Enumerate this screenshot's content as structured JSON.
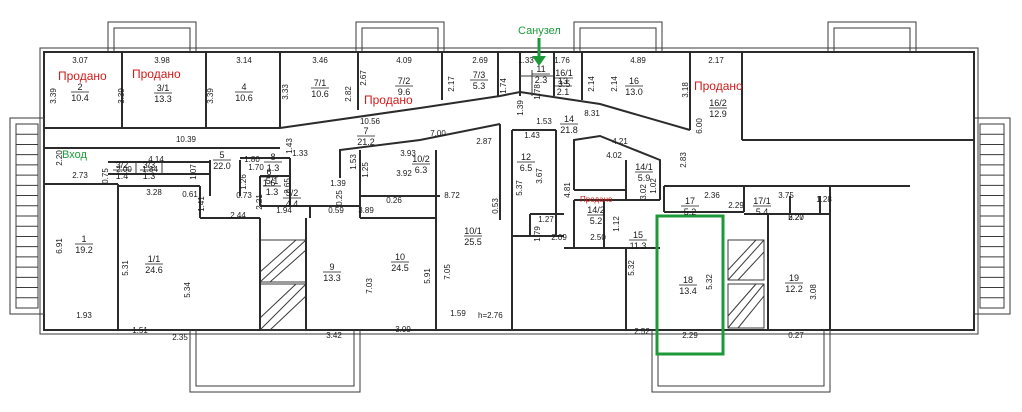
{
  "labels": {
    "entrance": "Вход",
    "bathroom": "Санузел",
    "sold": "Продано",
    "height": "h=2.76"
  },
  "colors": {
    "sold": "#d21a1a",
    "highlight": "#1c9a3a",
    "walls": "#2b2b2b"
  },
  "rooms": [
    {
      "id": "r-1",
      "num": "1",
      "area": "19.2"
    },
    {
      "id": "r-1-1",
      "num": "1/1",
      "area": "24.6"
    },
    {
      "id": "r-2",
      "num": "2",
      "area": "10.4"
    },
    {
      "id": "r-3-1",
      "num": "3/1",
      "area": "13.3"
    },
    {
      "id": "r-3-2",
      "num": "3/2",
      "area": "1.4"
    },
    {
      "id": "r-3-3",
      "num": "3/3",
      "area": "1.3"
    },
    {
      "id": "r-4",
      "num": "4",
      "area": "10.6"
    },
    {
      "id": "r-5",
      "num": "5",
      "area": "22.0"
    },
    {
      "id": "r-5-1",
      "num": "5/1",
      "area": "1.3"
    },
    {
      "id": "r-5-2",
      "num": "5/2",
      "area": "4.4"
    },
    {
      "id": "r-6",
      "num": "6",
      "area": "1.6"
    },
    {
      "id": "r-7",
      "num": "7",
      "area": "21.2"
    },
    {
      "id": "r-7-1",
      "num": "7/1",
      "area": "10.6"
    },
    {
      "id": "r-7-2",
      "num": "7/2",
      "area": "9.6"
    },
    {
      "id": "r-7-3",
      "num": "7/3",
      "area": "5.3"
    },
    {
      "id": "r-8",
      "num": "8",
      "area": "1.3"
    },
    {
      "id": "r-9",
      "num": "9",
      "area": "13.3"
    },
    {
      "id": "r-10",
      "num": "10",
      "area": "24.5"
    },
    {
      "id": "r-10-1",
      "num": "10/1",
      "area": "25.5"
    },
    {
      "id": "r-10-2",
      "num": "10/2",
      "area": "6.3"
    },
    {
      "id": "r-11",
      "num": "11",
      "area": "2.3"
    },
    {
      "id": "r-12",
      "num": "12",
      "area": "6.5"
    },
    {
      "id": "r-13",
      "num": "13",
      "area": "2.1"
    },
    {
      "id": "r-14",
      "num": "14",
      "area": "21.8"
    },
    {
      "id": "r-14-1",
      "num": "14/1",
      "area": "5.9"
    },
    {
      "id": "r-14-2",
      "num": "14/2",
      "area": "5.2"
    },
    {
      "id": "r-15",
      "num": "15",
      "area": "11.3"
    },
    {
      "id": "r-16",
      "num": "16",
      "area": "13.0"
    },
    {
      "id": "r-16-1",
      "num": "16/1",
      "area": "3.5"
    },
    {
      "id": "r-16-2",
      "num": "16/2",
      "area": "12.9"
    },
    {
      "id": "r-17",
      "num": "17",
      "area": "5.2"
    },
    {
      "id": "r-17-1",
      "num": "17/1",
      "area": "5.4"
    },
    {
      "id": "r-18",
      "num": "18",
      "area": "13.4"
    },
    {
      "id": "r-19",
      "num": "19",
      "area": "12.2"
    }
  ],
  "dims": [
    "3.07",
    "3.98",
    "3.14",
    "3.46",
    "4.09",
    "2.69",
    "1.33",
    "1.76",
    "4.89",
    "2.17",
    "3.39",
    "3.39",
    "3.39",
    "3.33",
    "2.67",
    "2.82",
    "2.17",
    "1.74",
    "1.39",
    "1.78",
    "2.14",
    "2.14",
    "3.18",
    "6.00",
    "10.39",
    "10.56",
    "7.00",
    "8.31",
    "1.53",
    "1.43",
    "4.21",
    "4.02",
    "2.20",
    "2.73",
    "0.75",
    "4.14",
    "2.00",
    "1.84",
    "1.07",
    "1.80",
    "1.33",
    "1.43",
    "3.93",
    "2.87",
    "3.28",
    "0.61",
    "1.41",
    "0.73",
    "1.26",
    "1.70",
    "2.21",
    "2.65",
    "1.53",
    "1.25",
    "3.92",
    "3.67",
    "5.37",
    "4.81",
    "1.02",
    "3.02",
    "2.83",
    "2.36",
    "3.75",
    "1.28",
    "2.20",
    "2.44",
    "1.94",
    "0.59",
    "3.89",
    "0.26",
    "8.72",
    "0.53",
    "1.27",
    "1.79",
    "2.09",
    "2.50",
    "1.12",
    "2.29",
    "6.27",
    "6.91",
    "5.31",
    "5.34",
    "7.03",
    "5.91",
    "7.05",
    "5.32",
    "5.32",
    "3.08",
    "1.93",
    "1.51",
    "2.35",
    "3.42",
    "3.09",
    "1.59",
    "2.52",
    "2.29",
    "0.27",
    "1.39",
    "0.25"
  ]
}
